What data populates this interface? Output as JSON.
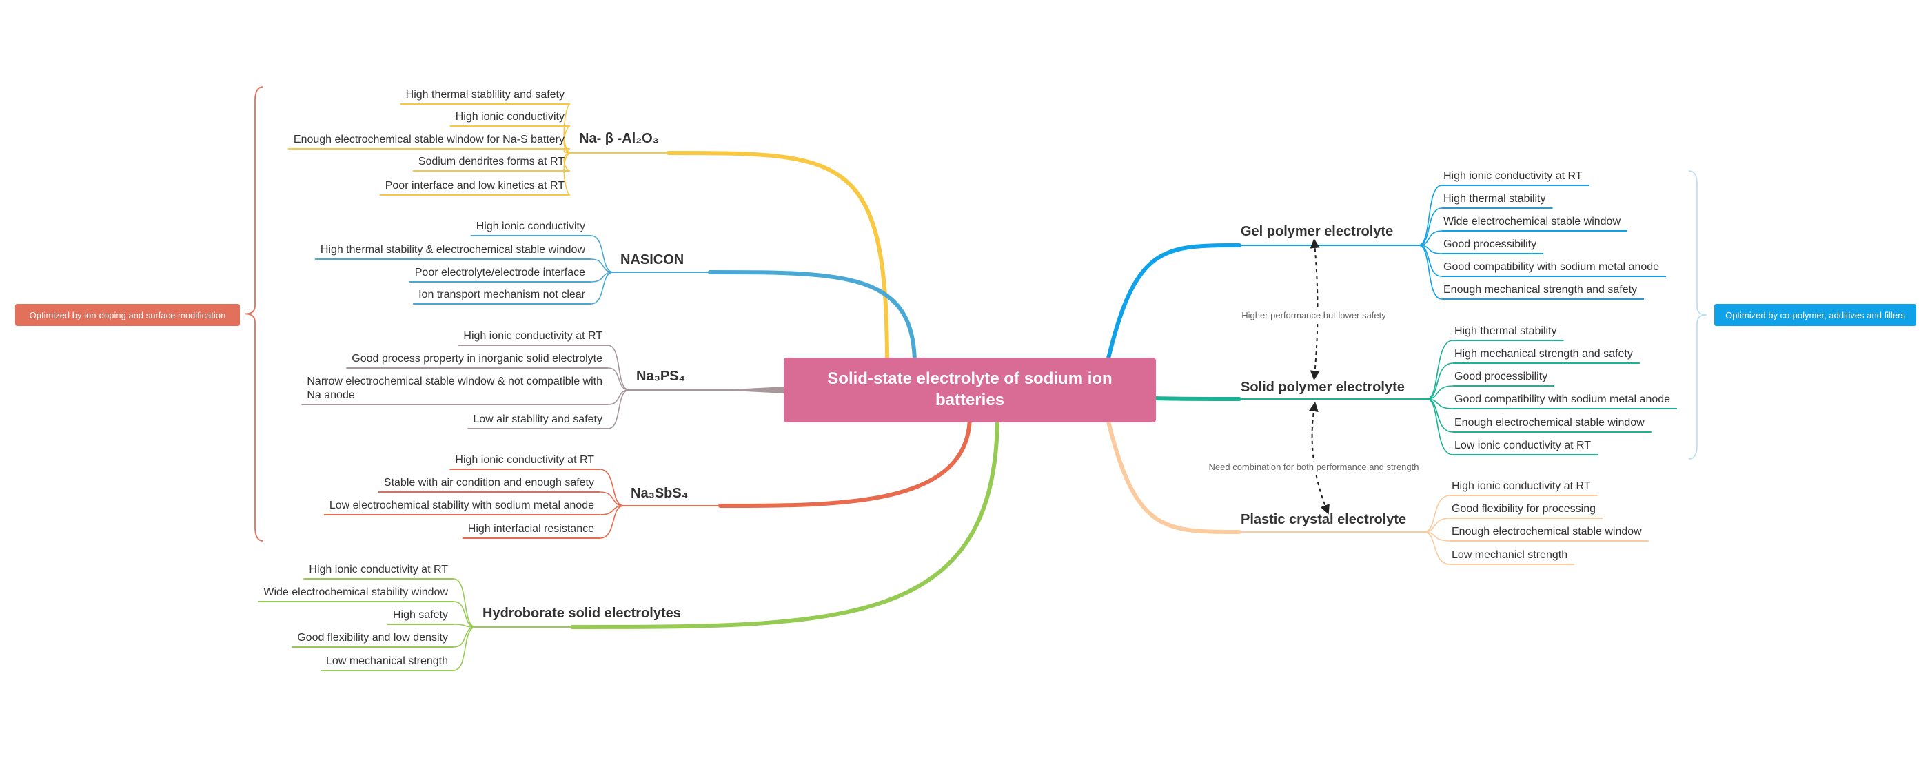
{
  "central": {
    "line1": "Solid-state electrolyte of sodium ion",
    "line2": "batteries",
    "color": "#D96C94"
  },
  "left_summary": {
    "label": "Optimized by ion-doping and surface modification",
    "color": "#E2705A"
  },
  "right_summary": {
    "label": "Optimized by co-polymer, additives and fillers",
    "color": "#10A2E8"
  },
  "relationships": [
    {
      "label": "Higher performance but lower safety"
    },
    {
      "label": "Need combination for both performance and strength"
    }
  ],
  "branches": [
    {
      "id": "na-beta-alumina",
      "title": "Na- β -Al₂O₃",
      "color": "#F8C843",
      "leaves": [
        {
          "lines": [
            "High thermal stablility and safety"
          ]
        },
        {
          "lines": [
            "High ionic conductivity"
          ]
        },
        {
          "lines": [
            "Enough electrochemical stable window for Na-S battery"
          ]
        },
        {
          "lines": [
            "Sodium dendrites forms at RT"
          ]
        },
        {
          "lines": [
            "Poor interface and low kinetics at RT"
          ]
        }
      ]
    },
    {
      "id": "nasicon",
      "title": "NASICON",
      "color": "#4AA8D4",
      "leaves": [
        {
          "lines": [
            "High ionic conductivity"
          ]
        },
        {
          "lines": [
            "High thermal stability & electrochemical stable window"
          ]
        },
        {
          "lines": [
            "Poor electrolyte/electrode interface"
          ]
        },
        {
          "lines": [
            "Ion transport mechanism not clear"
          ]
        }
      ]
    },
    {
      "id": "na3ps4",
      "title": "Na₃PS₄",
      "color": "#A7979B",
      "leaves": [
        {
          "lines": [
            "High ionic conductivity at RT"
          ]
        },
        {
          "lines": [
            "Good process property in inorganic solid electrolyte"
          ]
        },
        {
          "lines": [
            "Narrow electrochemical stable window & not compatible with",
            "Na anode"
          ]
        },
        {
          "lines": [
            "Low air stability and safety"
          ]
        }
      ]
    },
    {
      "id": "na3sbs4",
      "title": "Na₃SbS₄",
      "color": "#E86B4E",
      "leaves": [
        {
          "lines": [
            "High ionic conductivity at RT"
          ]
        },
        {
          "lines": [
            "Stable with air condition and enough safety"
          ]
        },
        {
          "lines": [
            "Low electrochemical stability with sodium metal anode"
          ]
        },
        {
          "lines": [
            "High interfacial resistance"
          ]
        }
      ]
    },
    {
      "id": "hydroborate",
      "title": "Hydroborate solid electrolytes",
      "color": "#96CB53",
      "leaves": [
        {
          "lines": [
            "High ionic conductivity at RT"
          ]
        },
        {
          "lines": [
            "Wide electrochemical stability window"
          ]
        },
        {
          "lines": [
            "High safety"
          ]
        },
        {
          "lines": [
            "Good flexibility and low density"
          ]
        },
        {
          "lines": [
            "Low mechanical strength"
          ]
        }
      ]
    },
    {
      "id": "gel-polymer",
      "title": "Gel polymer electrolyte",
      "color": "#10A2E8",
      "leaves": [
        {
          "lines": [
            "High ionic conductivity at RT"
          ]
        },
        {
          "lines": [
            "High thermal stability"
          ]
        },
        {
          "lines": [
            "Wide electrochemical stable window"
          ]
        },
        {
          "lines": [
            "Good processibility"
          ]
        },
        {
          "lines": [
            "Good compatibility with sodium metal anode"
          ]
        },
        {
          "lines": [
            "Enough mechanical strength and safety"
          ]
        }
      ]
    },
    {
      "id": "solid-polymer",
      "title": "Solid polymer electrolyte",
      "color": "#1AB394",
      "leaves": [
        {
          "lines": [
            "High thermal stability"
          ]
        },
        {
          "lines": [
            "High mechanical strength and safety"
          ]
        },
        {
          "lines": [
            "Good processibility"
          ]
        },
        {
          "lines": [
            "Good compatibility with sodium metal anode"
          ]
        },
        {
          "lines": [
            "Enough electrochemical stable window"
          ]
        },
        {
          "lines": [
            "Low ionic conductivity at RT"
          ]
        }
      ]
    },
    {
      "id": "plastic-crystal",
      "title": "Plastic crystal electrolyte",
      "color": "#FBCB9E",
      "leaves": [
        {
          "lines": [
            "High ionic conductivity at RT"
          ]
        },
        {
          "lines": [
            "Good flexibility for processing"
          ]
        },
        {
          "lines": [
            "Enough electrochemical stable window"
          ]
        },
        {
          "lines": [
            "Low mechanicl strength"
          ]
        }
      ]
    }
  ]
}
